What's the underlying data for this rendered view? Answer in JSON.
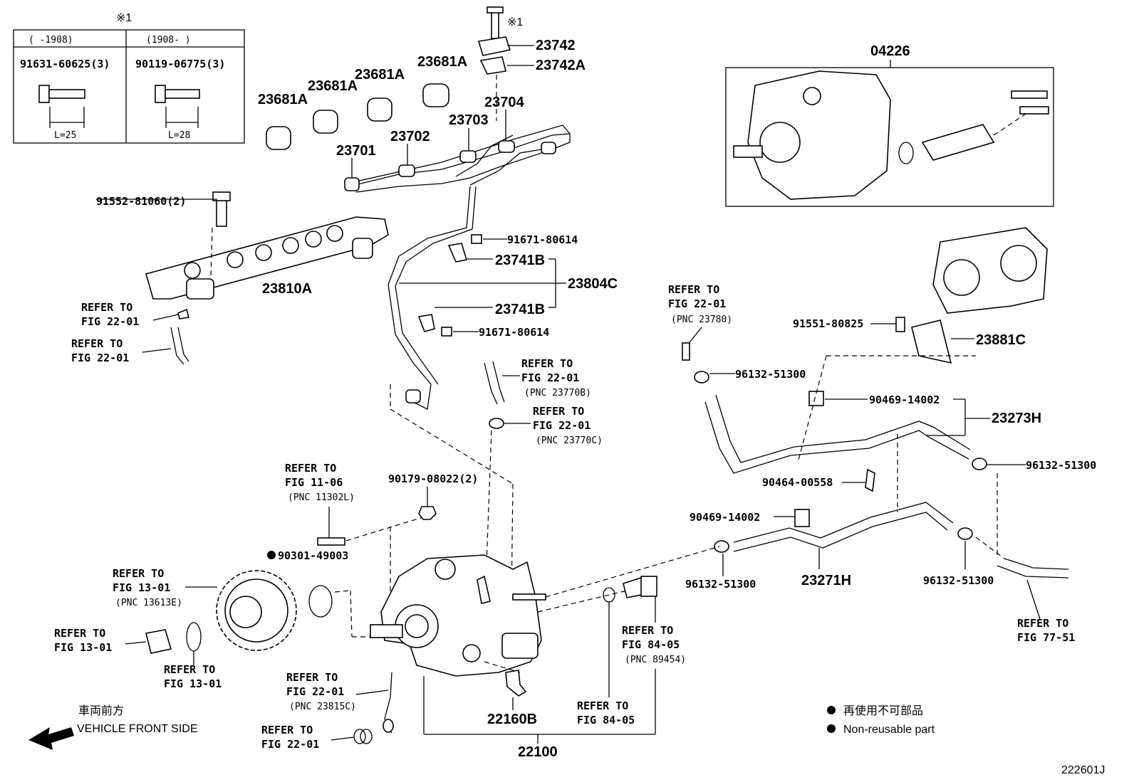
{
  "header_note": {
    "mark": "※1",
    "col1_header": "(    -1908)",
    "col2_header": "(1908-     )",
    "col1_part": "91631-60625(3)",
    "col2_part": "90119-06775(3)",
    "col1_len": "L=25",
    "col2_len": "L=28"
  },
  "mark_label": "※1",
  "parts": {
    "p23742": "23742",
    "p23742A": "23742A",
    "p23681A_1": "23681A",
    "p23681A_2": "23681A",
    "p23681A_3": "23681A",
    "p23681A_4": "23681A",
    "p23704": "23704",
    "p23703": "23703",
    "p23702": "23702",
    "p23701": "23701",
    "p04226": "04226",
    "p91552": "91552-81060(2)",
    "p23810A": "23810A",
    "p91671_a": "91671-80614",
    "p23741B_a": "23741B",
    "p23804C": "23804C",
    "p23741B_b": "23741B",
    "p91671_b": "91671-80614",
    "p91551": "91551-80825",
    "p23881C": "23881C",
    "p96132_a": "96132-51300",
    "p90469_a": "90469-14002",
    "p23273H": "23273H",
    "p96132_b": "96132-51300",
    "p90464": "90464-00558",
    "p90179": "90179-08022(2)",
    "p90469_b": "90469-14002",
    "p90301": "90301-49003",
    "p96132_c": "96132-51300",
    "p23271H": "23271H",
    "p96132_d": "96132-51300",
    "p22160B": "22160B",
    "p22100": "22100"
  },
  "refs": {
    "r1_a": "REFER TO",
    "r1_b": "FIG 22-01",
    "r2_a": "REFER TO",
    "r2_b": "FIG 22-01",
    "r3_a": "REFER TO",
    "r3_b": "FIG 22-01",
    "r3_c": "(PNC 23780)",
    "r4_a": "REFER TO",
    "r4_b": "FIG 22-01",
    "r4_c": "(PNC 23770B)",
    "r5_a": "REFER TO",
    "r5_b": "FIG 22-01",
    "r5_c": "(PNC 23770C)",
    "r6_a": "REFER TO",
    "r6_b": "FIG 11-06",
    "r6_c": "(PNC 11302L)",
    "r7_a": "REFER TO",
    "r7_b": "FIG 13-01",
    "r7_c": "(PNC 13613E)",
    "r8_a": "REFER TO",
    "r8_b": "FIG 13-01",
    "r9_a": "REFER TO",
    "r9_b": "FIG 13-01",
    "r10_a": "REFER TO",
    "r10_b": "FIG 84-05",
    "r10_c": "(PNC 89454)",
    "r11_a": "REFER TO",
    "r11_b": "FIG 22-01",
    "r11_c": "(PNC 23815C)",
    "r12_a": "REFER TO",
    "r12_b": "FIG 22-01",
    "r13_a": "REFER TO",
    "r13_b": "FIG 84-05",
    "r14_a": "REFER TO",
    "r14_b": "FIG 77-51"
  },
  "legend": {
    "jp": "再使用不可部品",
    "en": "Non-reusable part"
  },
  "front": {
    "jp": "車両前方",
    "en": "VEHICLE FRONT SIDE"
  },
  "figure_id": "222601J"
}
